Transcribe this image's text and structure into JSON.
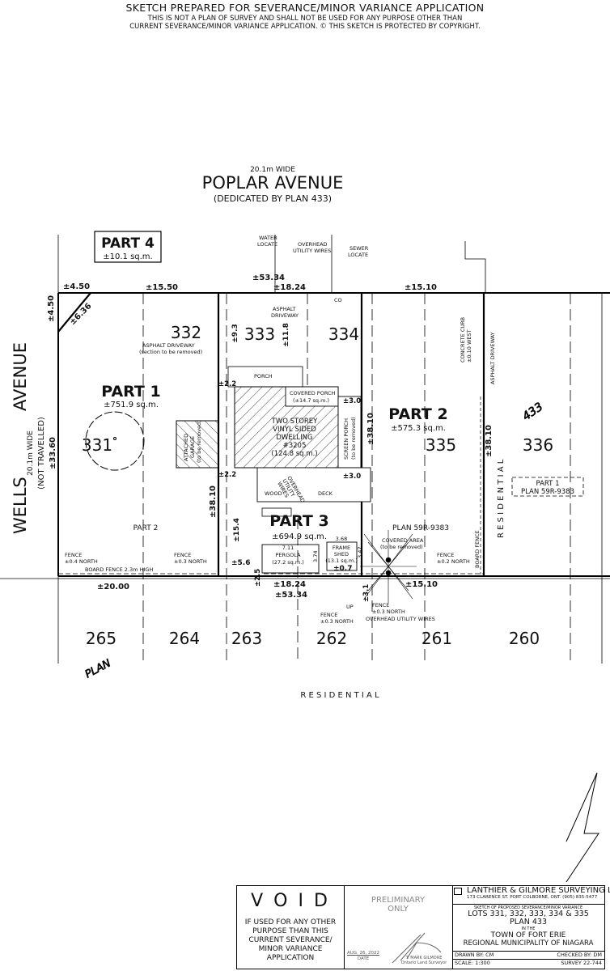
{
  "header": {
    "title": "SKETCH PREPARED FOR SEVERANCE/MINOR VARIANCE APPLICATION",
    "line1": "THIS IS NOT A PLAN OF SURVEY AND SHALL NOT BE USED FOR ANY PURPOSE OTHER THAN",
    "line2": "CURRENT SEVERANCE/MINOR VARIANCE APPLICATION. © THIS SKETCH IS PROTECTED BY COPYRIGHT."
  },
  "streets": {
    "poplar_width": "20.1m WIDE",
    "poplar_name": "POPLAR    AVENUE",
    "poplar_note": "(DEDICATED BY PLAN 433)",
    "wells_width": "20.1m WIDE",
    "wells_name_1": "WELLS",
    "wells_name_2": "AVENUE",
    "wells_note": "(NOT TRAVELLED)",
    "residential_bottom": "R E S I D E N T I A L",
    "residential_right": "R E S I D E N T I A L"
  },
  "parts": {
    "part1": {
      "label": "PART 1",
      "area": "±751.9 sq.m."
    },
    "part2": {
      "label": "PART 2",
      "area": "±575.3 sq.m."
    },
    "part3": {
      "label": "PART 3",
      "area": "±694.9 sq.m."
    },
    "part4": {
      "label": "PART 4",
      "area": "±10.1 sq.m."
    },
    "part_2_plan": "PART          2",
    "plan_59r": "PLAN   59R-9383",
    "box_part1": "PART  1",
    "box_plan": "PLAN 59R-9383"
  },
  "lots": {
    "top": [
      "332",
      "333",
      "334"
    ],
    "middle": [
      "331",
      "335",
      "336"
    ],
    "bottom": [
      "265",
      "264",
      "263",
      "262",
      "261",
      "260"
    ],
    "plan_word": "PLAN",
    "plan_number": "433"
  },
  "dimensions": {
    "d4_50_top": "±4.50",
    "d4_50_side": "±4.50",
    "d6_36": "±6.36",
    "d15_50": "±15.50",
    "d53_34_top": "±53.34",
    "d18_24_top": "±18.24",
    "d15_10_top": "±15.10",
    "d33_60": "±33.60",
    "d38_10_left": "±38.10",
    "d38_10_mid": "±38.10",
    "d38_10_right": "±38.10",
    "d9_3": "±9.3",
    "d11_8": "±11.8",
    "d2_2_a": "±2.2",
    "d2_2_b": "±2.2",
    "d3_0_a": "±3.0",
    "d3_0_b": "±3.0",
    "d15_4": "±15.4",
    "d5_6": "±5.6",
    "d2_5": "±2.5",
    "d3_1": "±3.1",
    "d0_7": "±0.7",
    "d20_00": "±20.00",
    "d18_24_bot": "±18.24",
    "d53_34_bot": "±53.34",
    "d15_10_bot": "±15.10",
    "pergola_w": "7.11",
    "pergola_h": "3.74",
    "shed_w": "3.68",
    "shed_h": "3.47"
  },
  "features": {
    "water_locate": [
      "WATER",
      "LOCATE"
    ],
    "overhead_top": [
      "OVERHEAD",
      "UTILITY WIRES"
    ],
    "sewer_locate": [
      "SEWER",
      "LOCATE"
    ],
    "co": "CO",
    "asphalt_driveway_333": [
      "ASPHALT",
      "DRIVEWAY"
    ],
    "asphalt_driveway_332": [
      "ASPHALT DRIVEWAY",
      "(section to be removed)"
    ],
    "porch": "PORCH",
    "covered_porch": [
      "COVERED PORCH",
      "(±14.7 sq.m.)"
    ],
    "dwelling": [
      "TWO STOREY",
      "VINYL SIDED",
      "DWELLING",
      "#3205",
      "(124.8 sq.m.)"
    ],
    "garage": [
      "ATTACHED",
      "GARAGE",
      "(to be removed)"
    ],
    "screen_porch": [
      "SCREEN PORCH",
      "(to be removed)"
    ],
    "deck_wood": "WOOD",
    "deck": "DECK",
    "overhead_deck": [
      "OVERHEAD",
      "UTILITY",
      "WIRES"
    ],
    "pergola": [
      "PERGOLA",
      "(27.2 sq.m.)"
    ],
    "shed": [
      "FRAME",
      "SHED",
      "(13.1 sq.m.)"
    ],
    "covered_area": [
      "COVERED AREA",
      "(to be removed)"
    ],
    "concrete_curb": [
      "CONCRETE CURB",
      "±0.10 WEST"
    ],
    "asphalt_driveway_right": "ASPHALT DRIVEWAY",
    "board_fence_right": "BOARD FENCE",
    "fence_left": [
      "FENCE",
      "±0.4 NORTH"
    ],
    "fence_mid": [
      "FENCE",
      "±0.3 NORTH"
    ],
    "board_fence_bottom": "BOARD FENCE 2.3m HIGH",
    "fence_right": [
      "FENCE",
      "±0.2 NORTH"
    ],
    "fence_bot_a": [
      "FENCE",
      "±0.3 NORTH"
    ],
    "fence_bot_b": [
      "FENCE",
      "±0.3 NORTH"
    ],
    "overhead_bottom": "OVERHEAD UTILITY WIRES",
    "up": "UP"
  },
  "title_block": {
    "void": "V O I D",
    "void_note": [
      "IF USED FOR ANY OTHER",
      "PURPOSE THAN THIS",
      "CURRENT SEVERANCE/",
      "MINOR VARIANCE",
      "APPLICATION"
    ],
    "preliminary": [
      "PRELIMINARY",
      "ONLY"
    ],
    "date": "AUG. 26, 2022",
    "date_label": "DATE",
    "surveyor": "T. MARK GILMORE",
    "surveyor_title": "Ontario Land Surveyor",
    "firm": "LANTHIER & GILMORE SURVEYING LTD.",
    "address": "173 CLARENCE ST.  PORT COLBORNE, ONT. (905) 835-5477",
    "sketch_of": "SKETCH OF PROPOSED SEVERANCE/MINOR VARIANCE",
    "lots": "LOTS 331, 332, 333, 334 & 335",
    "plan": "PLAN 433",
    "in_the": "IN THE",
    "town": "TOWN OF FORT ERIE",
    "region": "REGIONAL MUNICIPALITY OF NIAGARA",
    "drawn_by": "DRAWN BY:   CM",
    "checked_by": "CHECKED BY:  DM",
    "scale": "SCALE:   1:300",
    "survey": "SURVEY 22-744"
  }
}
